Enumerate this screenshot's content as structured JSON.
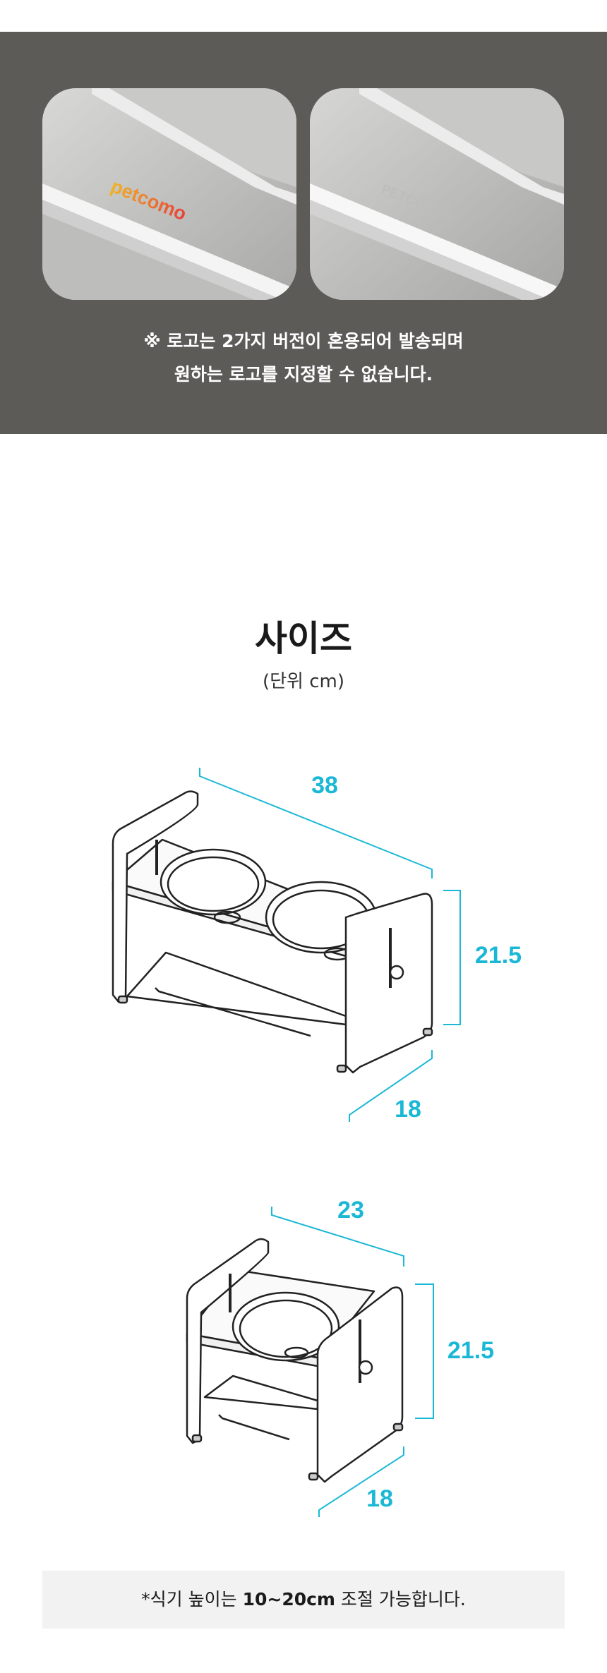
{
  "logo_section": {
    "left_logo_text": "petcomo",
    "right_logo_text": "PETCOBON",
    "note_line1": "※ 로고는 2가지 버전이 혼용되어 발송되며",
    "note_line2": "원하는 로고를 지정할 수 없습니다."
  },
  "size_section": {
    "title": "사이즈",
    "unit": "(단위 cm)"
  },
  "diagram_large": {
    "width_label": "38",
    "height_label": "21.5",
    "depth_label": "18"
  },
  "diagram_small": {
    "width_label": "23",
    "height_label": "21.5",
    "depth_label": "18"
  },
  "footer": {
    "prefix": "*식기 높이는 ",
    "range": "10~20cm",
    "suffix": " 조절 가능합니다."
  },
  "colors": {
    "band_background": "#5c5b58",
    "dimension_accent": "#1bb8d6",
    "footer_background": "#f2f2f2",
    "logo_left_gradient": [
      "#f0b429",
      "#e8403a"
    ],
    "logo_right": "#bdbdbd"
  }
}
